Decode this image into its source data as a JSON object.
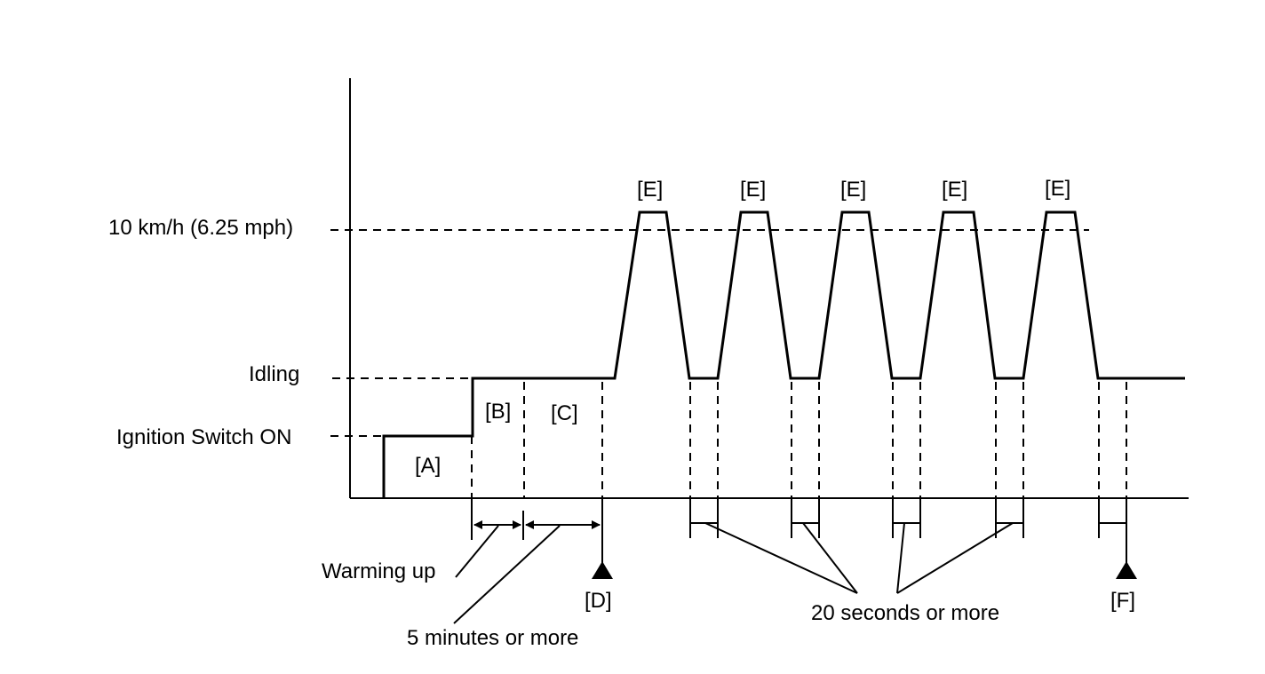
{
  "labels": {
    "speed_level": "10 km/h (6.25 mph)",
    "idling_level": "Idling",
    "ignition_level": "Ignition Switch ON",
    "segment_a": "[A]",
    "segment_b": "[B]",
    "segment_c": "[C]",
    "point_d": "[D]",
    "point_f": "[F]",
    "peak_e": "[E]",
    "warming_up": "Warming up",
    "five_minutes": "5 minutes or more",
    "twenty_seconds": "20 seconds or more"
  },
  "peaks": [
    {
      "label": "[E]"
    },
    {
      "label": "[E]"
    },
    {
      "label": "[E]"
    },
    {
      "label": "[E]"
    },
    {
      "label": "[E]"
    }
  ],
  "colors": {
    "line": "#000000",
    "background": "#ffffff"
  }
}
